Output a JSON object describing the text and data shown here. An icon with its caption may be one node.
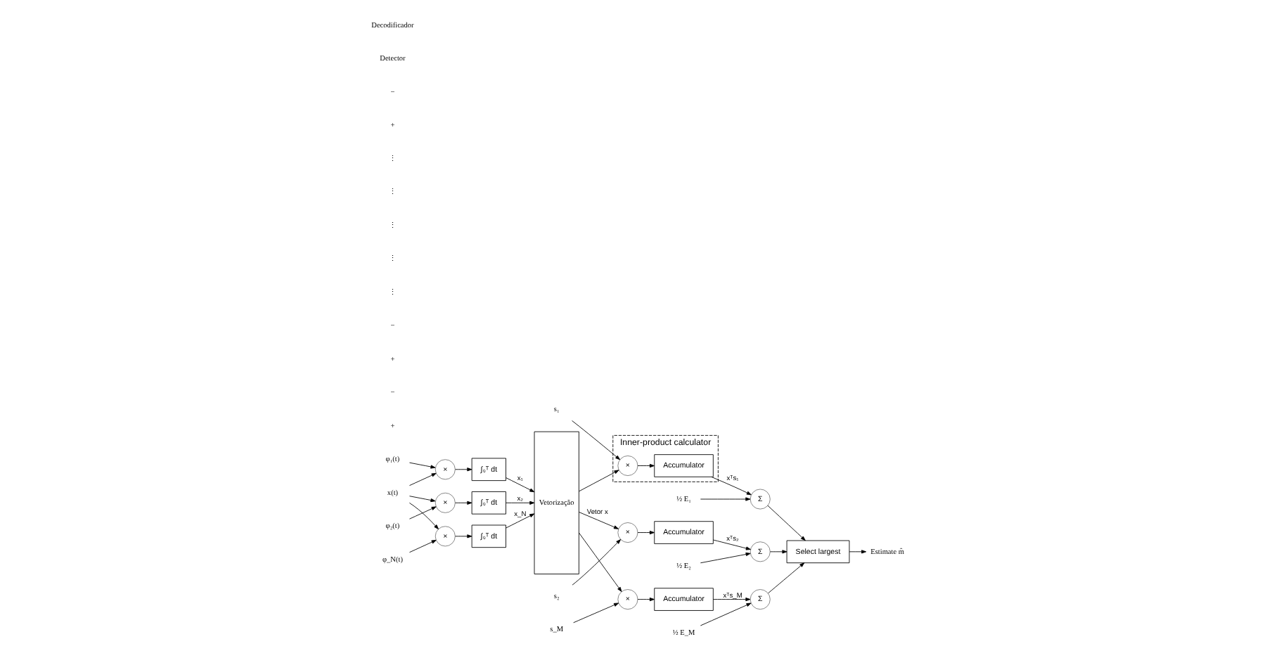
{
  "diagram": {
    "nodes": [
      {
        "text": [
          "x(t)"
        ]
      },
      {
        "text": [
          "×"
        ]
      },
      {
        "text": [
          "∫₀ᵀ dt"
        ]
      },
      {
        "text": [
          "φ₁(t)"
        ]
      },
      {
        "text": [
          "×"
        ]
      },
      {
        "text": [
          "∫₀ᵀ dt"
        ]
      },
      {
        "text": [
          "φ₂(t)"
        ]
      },
      {
        "text": [
          "×"
        ]
      },
      {
        "text": [
          "∫₀ᵀ dt"
        ]
      },
      {
        "text": [
          "φ_N(t)"
        ]
      },
      {
        "text": [
          "Vetorização"
        ]
      },
      {
        "text": [
          "Inner-product calculator"
        ]
      },
      {
        "text": [
          "×"
        ],
        "in": 11
      },
      {
        "text": [
          "Accumulator"
        ],
        "in": 11
      },
      {
        "text": [
          "s₁"
        ]
      },
      {
        "text": [
          "Σ"
        ]
      },
      {
        "text": [
          "½ E₁"
        ]
      },
      {
        "text": [
          "×"
        ]
      },
      {
        "text": [
          "Accumulator"
        ]
      },
      {
        "text": [
          "s₂"
        ]
      },
      {
        "text": [
          "Σ"
        ]
      },
      {
        "text": [
          "½ E₂"
        ]
      },
      {
        "text": [
          "×"
        ]
      },
      {
        "text": [
          "Accumulator"
        ]
      },
      {
        "text": [
          "s_M"
        ]
      },
      {
        "text": [
          "Σ"
        ]
      },
      {
        "text": [
          "½ E_M"
        ]
      },
      {
        "text": [
          "Select largest"
        ]
      },
      {
        "text": [
          "Estimate m̂"
        ]
      }
    ],
    "edges": [
      {
        "from": 0,
        "to": 1,
        "arrow": "to"
      },
      {
        "from": 0,
        "to": 4,
        "arrow": "to"
      },
      {
        "from": 0,
        "to": 7,
        "arrow": "to"
      },
      {
        "from": 3,
        "to": 1,
        "arrow": "to"
      },
      {
        "from": 1,
        "to": 2,
        "arrow": "to"
      },
      {
        "from": 2,
        "to": 10,
        "arrow": "to",
        "label": "x₁"
      },
      {
        "from": 6,
        "to": 4,
        "arrow": "to"
      },
      {
        "from": 4,
        "to": 5,
        "arrow": "to"
      },
      {
        "from": 5,
        "to": 10,
        "arrow": "to",
        "label": "x₂"
      },
      {
        "from": 9,
        "to": 7,
        "arrow": "to"
      },
      {
        "from": 7,
        "to": 8,
        "arrow": "to"
      },
      {
        "from": 8,
        "to": 10,
        "arrow": "to",
        "label": "x_N"
      },
      {
        "from": 10,
        "to": 12,
        "arrow": "to"
      },
      {
        "from": 10,
        "to": 17,
        "arrow": "to",
        "label": "Vetor x"
      },
      {
        "from": 10,
        "to": 22,
        "arrow": "to"
      },
      {
        "from": 14,
        "to": 12,
        "arrow": "to"
      },
      {
        "from": 12,
        "to": 13,
        "arrow": "to"
      },
      {
        "from": 13,
        "to": 15,
        "arrow": "to",
        "label": "xᵀs₁"
      },
      {
        "from": 16,
        "to": 15,
        "arrow": "to"
      },
      {
        "from": 15,
        "to": 27,
        "arrow": "to"
      },
      {
        "from": 19,
        "to": 17,
        "arrow": "to"
      },
      {
        "from": 17,
        "to": 18,
        "arrow": "to"
      },
      {
        "from": 18,
        "to": 20,
        "arrow": "to",
        "label": "xᵀs₂"
      },
      {
        "from": 21,
        "to": 20,
        "arrow": "to"
      },
      {
        "from": 20,
        "to": 27,
        "arrow": "to"
      },
      {
        "from": 24,
        "to": 22,
        "arrow": "to"
      },
      {
        "from": 22,
        "to": 23,
        "arrow": "to"
      },
      {
        "from": 23,
        "to": 25,
        "arrow": "to",
        "label": "xᵀs_M"
      },
      {
        "from": 26,
        "to": 25,
        "arrow": "to"
      },
      {
        "from": 25,
        "to": 27,
        "arrow": "to"
      },
      {
        "from": 27,
        "to": 28,
        "arrow": "to"
      }
    ],
    "labels": [
      "+",
      "−",
      "+",
      "−",
      "⋮",
      "⋮",
      "⋮",
      "⋮",
      "⋮",
      "+",
      "−",
      "Detector",
      "Decodificador"
    ]
  }
}
